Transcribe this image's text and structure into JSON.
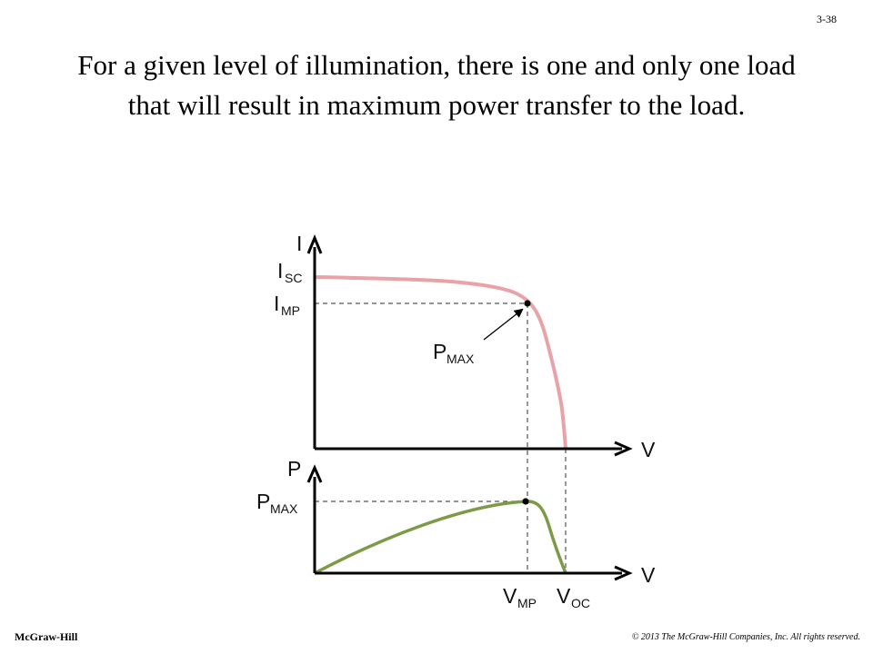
{
  "slide": {
    "number": "3-38",
    "title": "For a given level of illumination, there is one and only one load that will result in maximum power transfer to the load.",
    "publisher": "McGraw-Hill",
    "copyright": "© 2013 The McGraw-Hill Companies, Inc. All rights reserved."
  },
  "diagram": {
    "iv_chart": {
      "y_axis_label": "I",
      "x_axis_label": "V",
      "isc_label": {
        "main": "I",
        "sub": "SC"
      },
      "imp_label": {
        "main": "I",
        "sub": "MP"
      },
      "pmax_callout": {
        "main": "P",
        "sub": "MAX"
      },
      "curve_color": "#e8a3a8"
    },
    "pv_chart": {
      "y_axis_label": "P",
      "x_axis_label": "V",
      "pmax_label": {
        "main": "P",
        "sub": "MAX"
      },
      "vmp_label": {
        "main": "V",
        "sub": "MP"
      },
      "voc_label": {
        "main": "V",
        "sub": "OC"
      },
      "curve_color": "#7e9a46"
    },
    "axis_color": "#000000",
    "dashed_color": "#555555"
  }
}
